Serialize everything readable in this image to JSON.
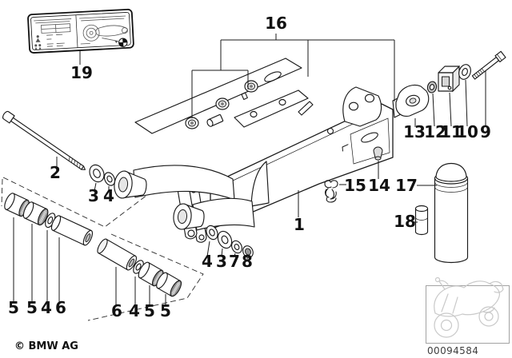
{
  "callouts": [
    "19",
    "16",
    "2",
    "3",
    "4",
    "5",
    "5",
    "4",
    "6",
    "6",
    "4",
    "5",
    "5",
    "4",
    "3",
    "7",
    "8",
    "1",
    "15",
    "14",
    "17",
    "18",
    "13",
    "12",
    "11",
    "10",
    "9"
  ],
  "footer": {
    "copyright": "© BMW AG",
    "part_number": "00094584"
  },
  "colors": {
    "line": "#1a1a1a",
    "bearing_face": "#8f8f8f",
    "light_gray_fill": "#e6e6e6",
    "motorcycle_outline": "#c9c9c9",
    "thumbnail_border": "#a3a3a3",
    "part_number_text": "#3f3f3f"
  },
  "icons": [
    "bmw-roundel-icon",
    "motorcycle-icon",
    "instruction-sticker"
  ]
}
